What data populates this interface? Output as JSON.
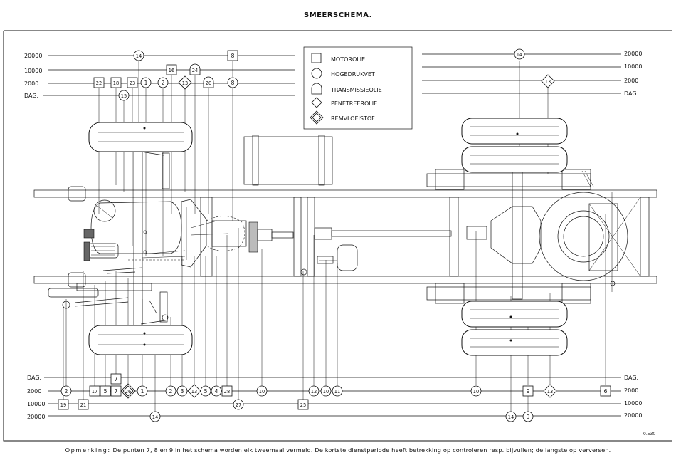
{
  "title": "SMEERSCHEMA.",
  "sheet_ref": "0.530",
  "remark": {
    "lead": "Opmerking:",
    "text": " De punten 7, 8 en 9 in het schema worden elk tweemaal vermeld. De kortste dienstperiode heeft betrekking op controleren resp. bijvullen; de langste op verversen."
  },
  "intervals_top_left": [
    "20000",
    "10000",
    "2000",
    "DAG."
  ],
  "intervals_top_right": [
    "20000",
    "10000",
    "2000",
    "DAG."
  ],
  "intervals_bottom_left": [
    "DAG.",
    "2000",
    "10000",
    "20000"
  ],
  "intervals_bottom_right": [
    "DAG.",
    "2000",
    "10000",
    "20000"
  ],
  "legend": [
    {
      "shape": "square",
      "label": "MOTOROLIE"
    },
    {
      "shape": "circle",
      "label": "HOGEDRUKVET"
    },
    {
      "shape": "arch",
      "label": "TRANSMISSIEOLIE"
    },
    {
      "shape": "diamond",
      "label": "PENETREEROLIE"
    },
    {
      "shape": "diamond-double",
      "label": "REMVLOEISTOF"
    }
  ],
  "points_top": {
    "row_20000": [
      {
        "n": "14",
        "shape": "circle"
      },
      {
        "n": "8",
        "shape": "square"
      }
    ],
    "row_10000": [
      {
        "n": "16",
        "shape": "square"
      },
      {
        "n": "24",
        "shape": "arch"
      }
    ],
    "row_2000": [
      {
        "n": "22",
        "shape": "square"
      },
      {
        "n": "18",
        "shape": "square"
      },
      {
        "n": "23",
        "shape": "square"
      },
      {
        "n": "1",
        "shape": "circle"
      },
      {
        "n": "2",
        "shape": "circle"
      },
      {
        "n": "13",
        "shape": "diamond"
      },
      {
        "n": "20",
        "shape": "arch"
      },
      {
        "n": "8",
        "shape": "circle"
      }
    ],
    "row_dag": [
      {
        "n": "15",
        "shape": "circle"
      }
    ]
  },
  "points_top_right": {
    "row_20000": [
      {
        "n": "14",
        "shape": "circle"
      }
    ],
    "row_2000": [
      {
        "n": "13",
        "shape": "diamond"
      }
    ]
  },
  "points_bottom": {
    "row_dag": [
      {
        "n": "7",
        "shape": "square"
      }
    ],
    "row_2000": [
      {
        "n": "2",
        "shape": "circle"
      },
      {
        "n": "17",
        "shape": "square"
      },
      {
        "n": "5",
        "shape": "square"
      },
      {
        "n": "7",
        "shape": "square"
      },
      {
        "n": "26",
        "shape": "diamond-double"
      },
      {
        "n": "1",
        "shape": "circle"
      },
      {
        "n": "2",
        "shape": "circle"
      },
      {
        "n": "3",
        "shape": "circle"
      },
      {
        "n": "13",
        "shape": "diamond"
      },
      {
        "n": "5",
        "shape": "circle"
      },
      {
        "n": "4",
        "shape": "circle"
      },
      {
        "n": "28",
        "shape": "square"
      },
      {
        "n": "10",
        "shape": "circle"
      },
      {
        "n": "12",
        "shape": "circle"
      },
      {
        "n": "10",
        "shape": "circle"
      },
      {
        "n": "11",
        "shape": "circle"
      },
      {
        "n": "10",
        "shape": "circle"
      },
      {
        "n": "9",
        "shape": "square"
      },
      {
        "n": "13",
        "shape": "diamond"
      },
      {
        "n": "6",
        "shape": "square"
      }
    ],
    "row_10000": [
      {
        "n": "19",
        "shape": "square"
      },
      {
        "n": "21",
        "shape": "square"
      },
      {
        "n": "27",
        "shape": "circle"
      },
      {
        "n": "25",
        "shape": "square"
      }
    ],
    "row_20000": [
      {
        "n": "14",
        "shape": "circle"
      },
      {
        "n": "14",
        "shape": "circle"
      },
      {
        "n": "9",
        "shape": "circle"
      }
    ]
  }
}
